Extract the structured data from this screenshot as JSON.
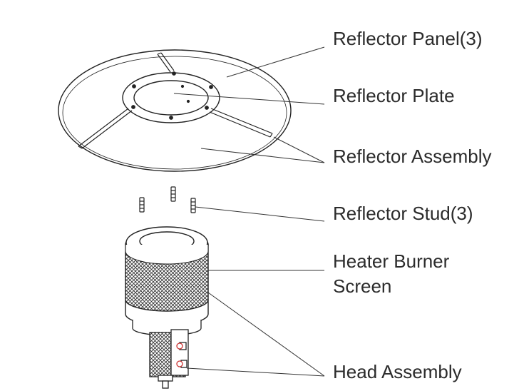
{
  "labels": {
    "reflector_panel": "Reflector Panel(3)",
    "reflector_plate": "Reflector Plate",
    "reflector_assembly": "Reflector Assembly",
    "reflector_stud": "Reflector Stud(3)",
    "heater_burner_screen_line1": "Heater Burner",
    "heater_burner_screen_line2": "Screen",
    "head_assembly": "Head Assembly"
  }
}
